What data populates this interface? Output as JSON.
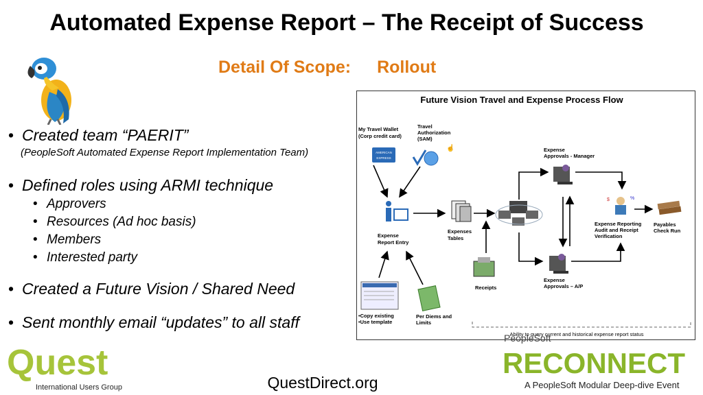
{
  "title": "Automated Expense Report – The Receipt of Success",
  "scope": {
    "label": "Detail Of Scope:",
    "value": "Rollout"
  },
  "bullets": [
    {
      "text": "Created team “PAERIT”",
      "sub": "(PeopleSoft Automated Expense Report Implementation Team)"
    },
    {
      "text": "Defined roles using ARMI technique",
      "items": [
        "Approvers",
        "Resources (Ad hoc basis)",
        "Members",
        "Interested party"
      ]
    },
    {
      "text": "Created a Future Vision / Shared Need"
    },
    {
      "text": "Sent monthly email “updates” to all staff"
    }
  ],
  "flow": {
    "title": "Future Vision Travel and Expense Process Flow",
    "nodes": {
      "wallet": [
        "My Travel Wallet",
        "(Corp credit card)"
      ],
      "amex": [
        "AMERICAN",
        "EXPRESS"
      ],
      "auth": [
        "Travel",
        "Authorization",
        "(SAM)"
      ],
      "entry": [
        "Expense",
        "Report Entry"
      ],
      "tables": [
        "Expenses",
        "Tables"
      ],
      "receipts": [
        "Receipts"
      ],
      "manager": [
        "Expense",
        "Approvals - Manager"
      ],
      "ap": [
        "Expense",
        "Approvals – A/P"
      ],
      "audit": [
        "Expense Reporting",
        "Audit and Receipt",
        "Verification"
      ],
      "payables": [
        "Payables",
        "Check Run"
      ],
      "copy": [
        "•Copy existing",
        "•Use template"
      ],
      "perdiem": [
        "Per Diems and",
        "Limits"
      ]
    },
    "query": "Ability to query current and historical expense report status"
  },
  "footer": {
    "url": "QuestDirect.org",
    "quest_name": "Quest",
    "quest_sub": "International Users Group",
    "ps": "PeopleSoft",
    "reconnect": "RECONNECT",
    "reconnect_sub": "A PeopleSoft Modular Deep-dive Event"
  }
}
